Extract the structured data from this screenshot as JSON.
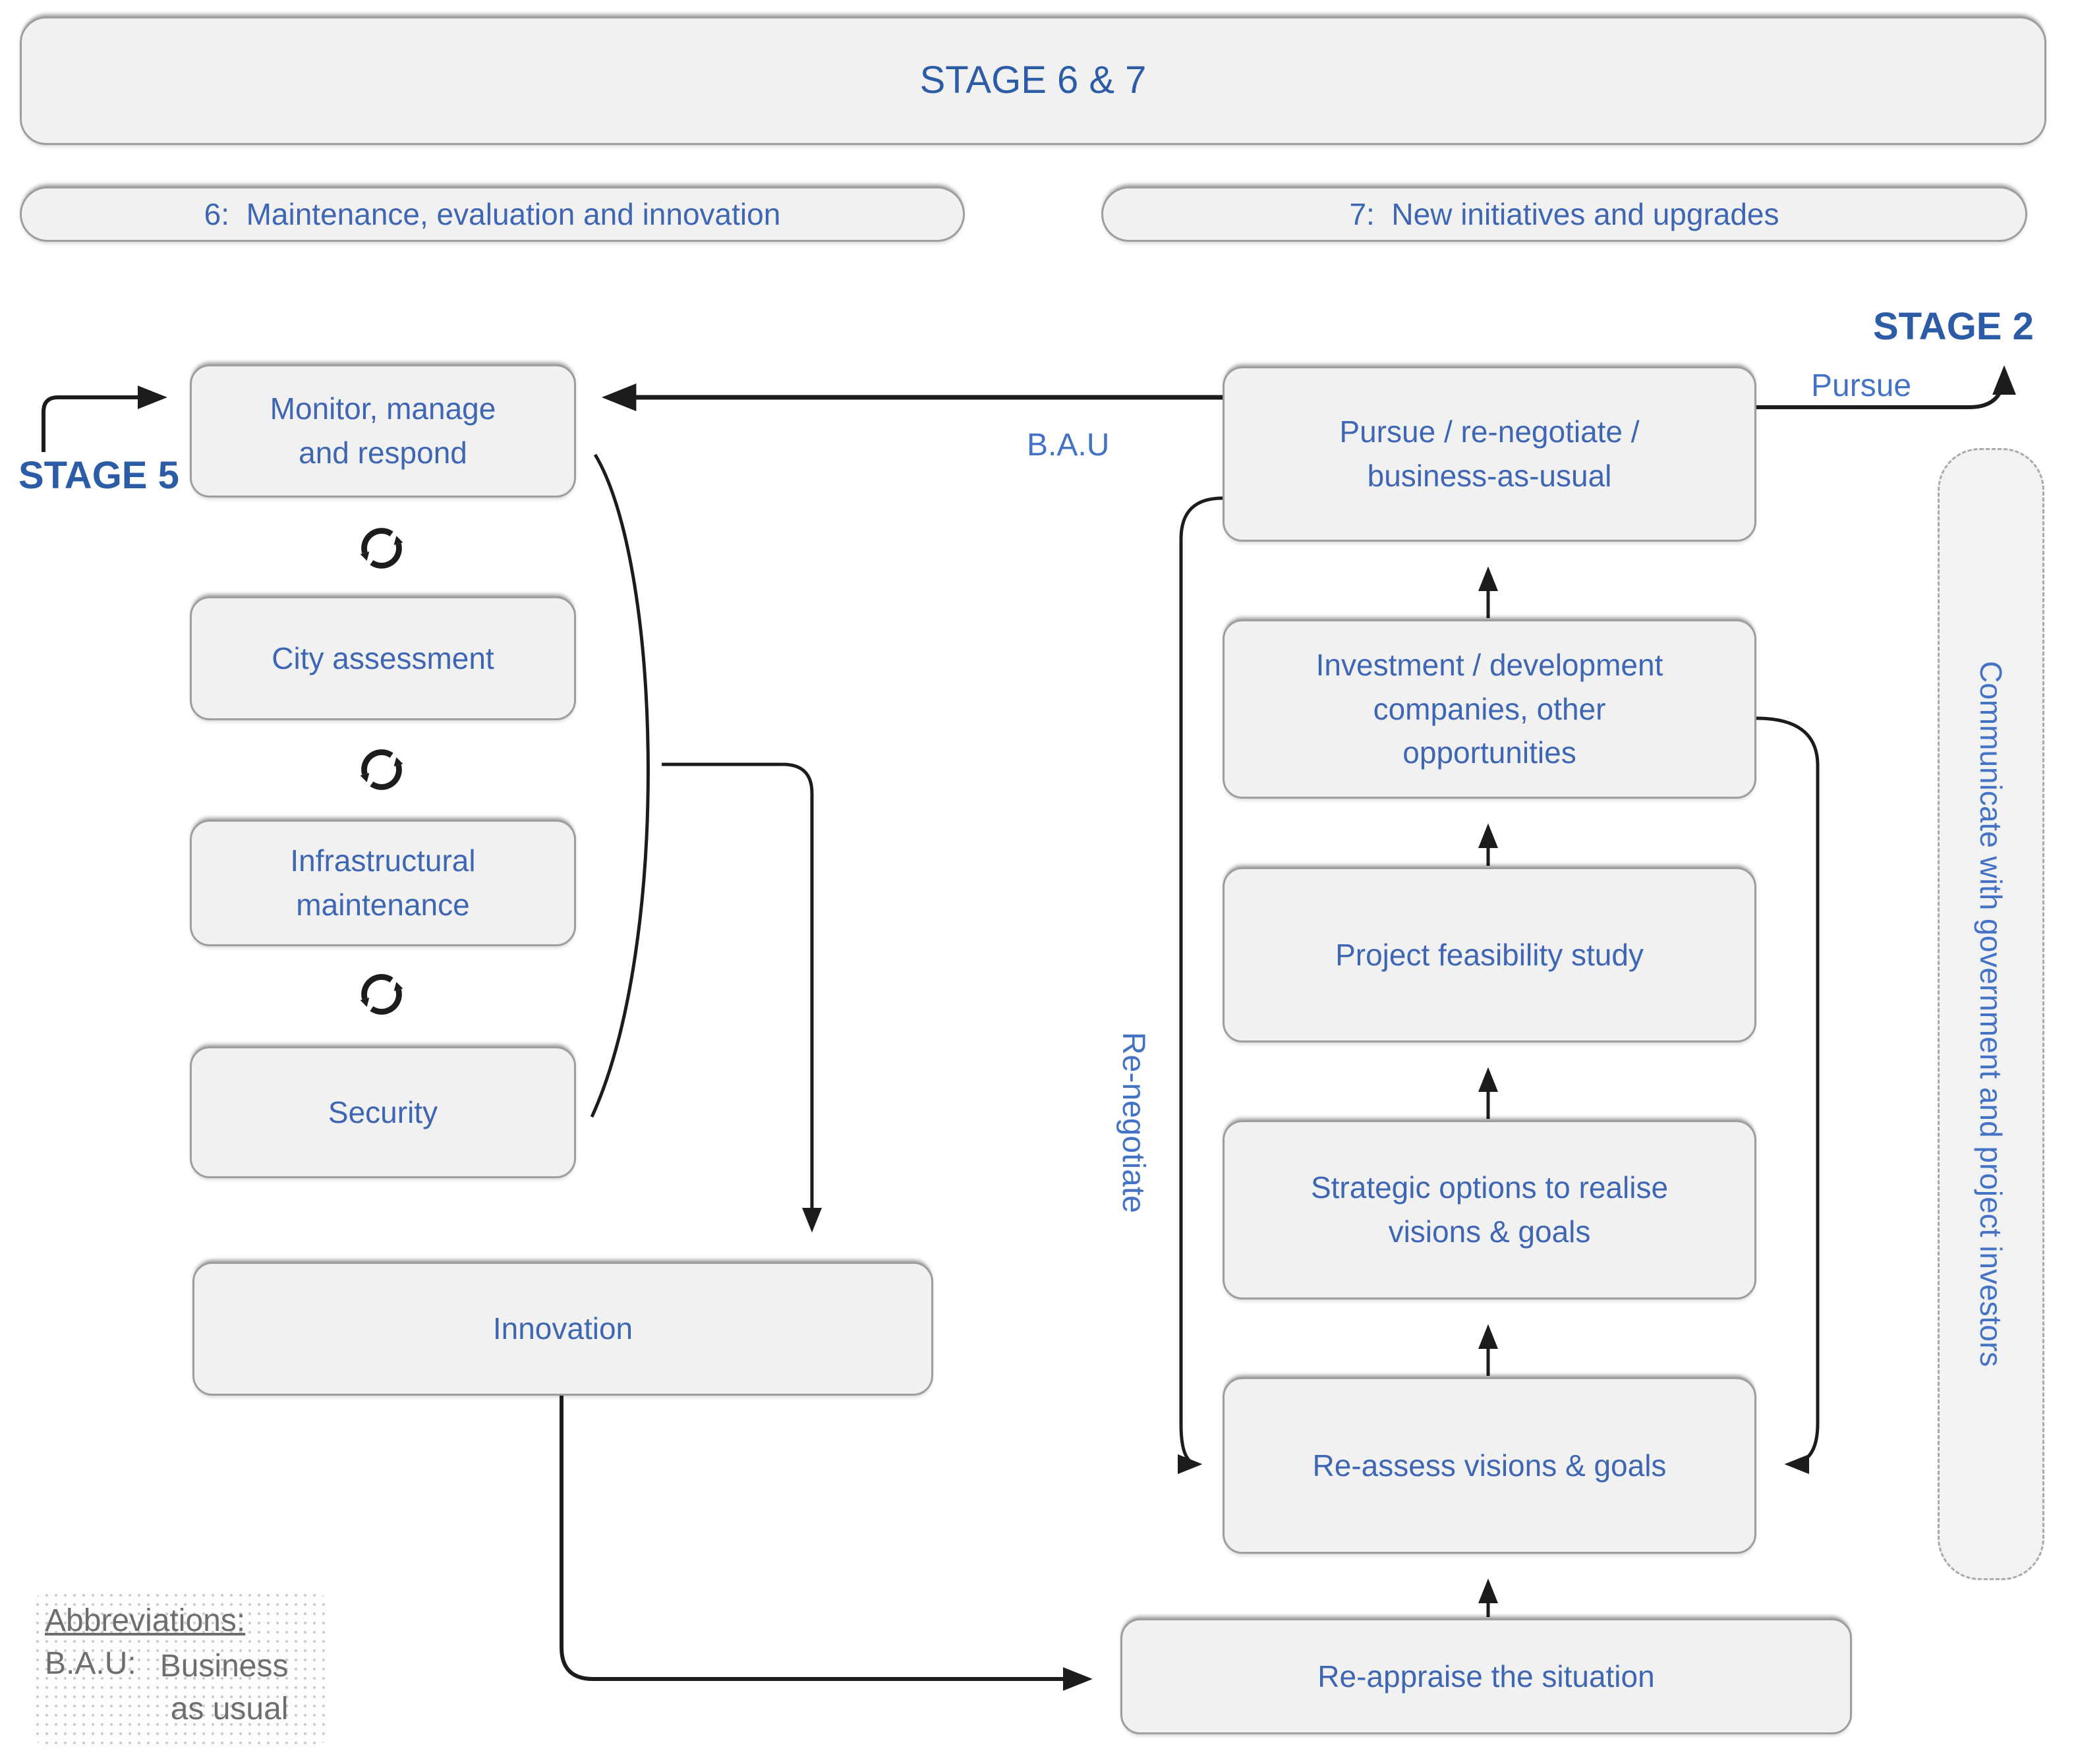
{
  "diagram": {
    "title": "STAGE 6 & 7",
    "track_headers": {
      "stage6": "6:  Maintenance, evaluation and innovation",
      "stage7": "7:  New initiatives and upgrades"
    },
    "nodes": {
      "monitor": {
        "lines": [
          "Monitor, manage",
          "and respond"
        ]
      },
      "city": {
        "lines": [
          "City assessment"
        ]
      },
      "infrastructure": {
        "lines": [
          "Infrastructural",
          "maintenance"
        ]
      },
      "security": {
        "lines": [
          "Security"
        ]
      },
      "innovation": {
        "lines": [
          "Innovation"
        ]
      },
      "pursue": {
        "lines": [
          "Pursue / re-negotiate /",
          "business-as-usual"
        ]
      },
      "investment": {
        "lines": [
          "Investment / development",
          "companies, other",
          "opportunities"
        ]
      },
      "feasibility": {
        "lines": [
          "Project feasibility study"
        ]
      },
      "strategic": {
        "lines": [
          "Strategic options to realise",
          "visions & goals"
        ]
      },
      "reassess": {
        "lines": [
          "Re-assess visions & goals"
        ]
      },
      "reappraise": {
        "lines": [
          "Re-appraise the situation"
        ]
      },
      "communicate": {
        "label": "Communicate with government and project investors"
      }
    },
    "edge_labels": {
      "stage5": "STAGE 5",
      "stage2": "STAGE 2",
      "pursue": "Pursue",
      "bau": "B.A.U",
      "renegotiate": "Re-negotiate"
    },
    "legend": {
      "heading": "Abbreviations:",
      "entries": [
        {
          "term": "B.A.U:",
          "definition_lines": [
            "Business",
            "as usual"
          ]
        }
      ]
    },
    "colors": {
      "node_fill": "#f1f1f1",
      "node_border": "#9e9e9e",
      "node_text_blue": "#3e66b2",
      "stage_label_blue": "#2d5ca6",
      "connector_black": "#1c1c1c",
      "legend_text_gray": "#6e6e6e"
    }
  }
}
